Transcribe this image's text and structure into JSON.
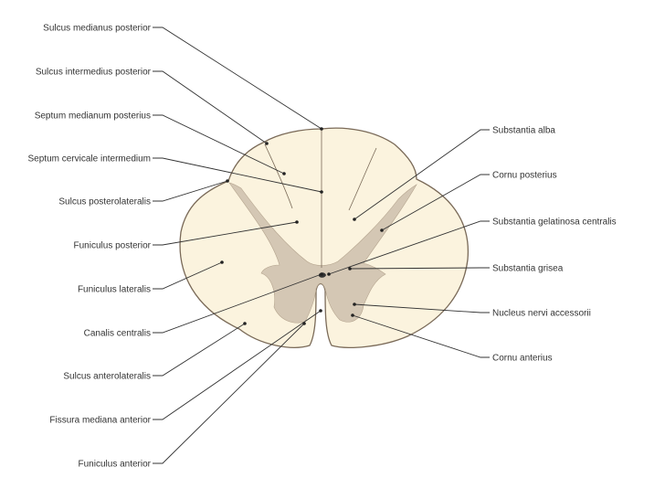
{
  "colors": {
    "white_matter": "#fbf3de",
    "gray_matter": "#d4c7b4",
    "outline": "#7a6a58",
    "leader": "#333333"
  },
  "labels_left": [
    "Sulcus medianus posterior",
    "Sulcus intermedius posterior",
    "Septum medianum posterius",
    "Septum cervicale intermedium",
    "Sulcus posterolateralis",
    "Funiculus posterior",
    "Funiculus lateralis",
    "Canalis centralis",
    "Sulcus anterolateralis",
    "Fissura mediana anterior",
    "Funiculus anterior"
  ],
  "labels_right": [
    "Substantia alba",
    "Cornu posterius",
    "Substantia gelatinosa centralis",
    "Substantia grisea",
    "Nucleus nervi accessorii",
    "Cornu anterius"
  ]
}
